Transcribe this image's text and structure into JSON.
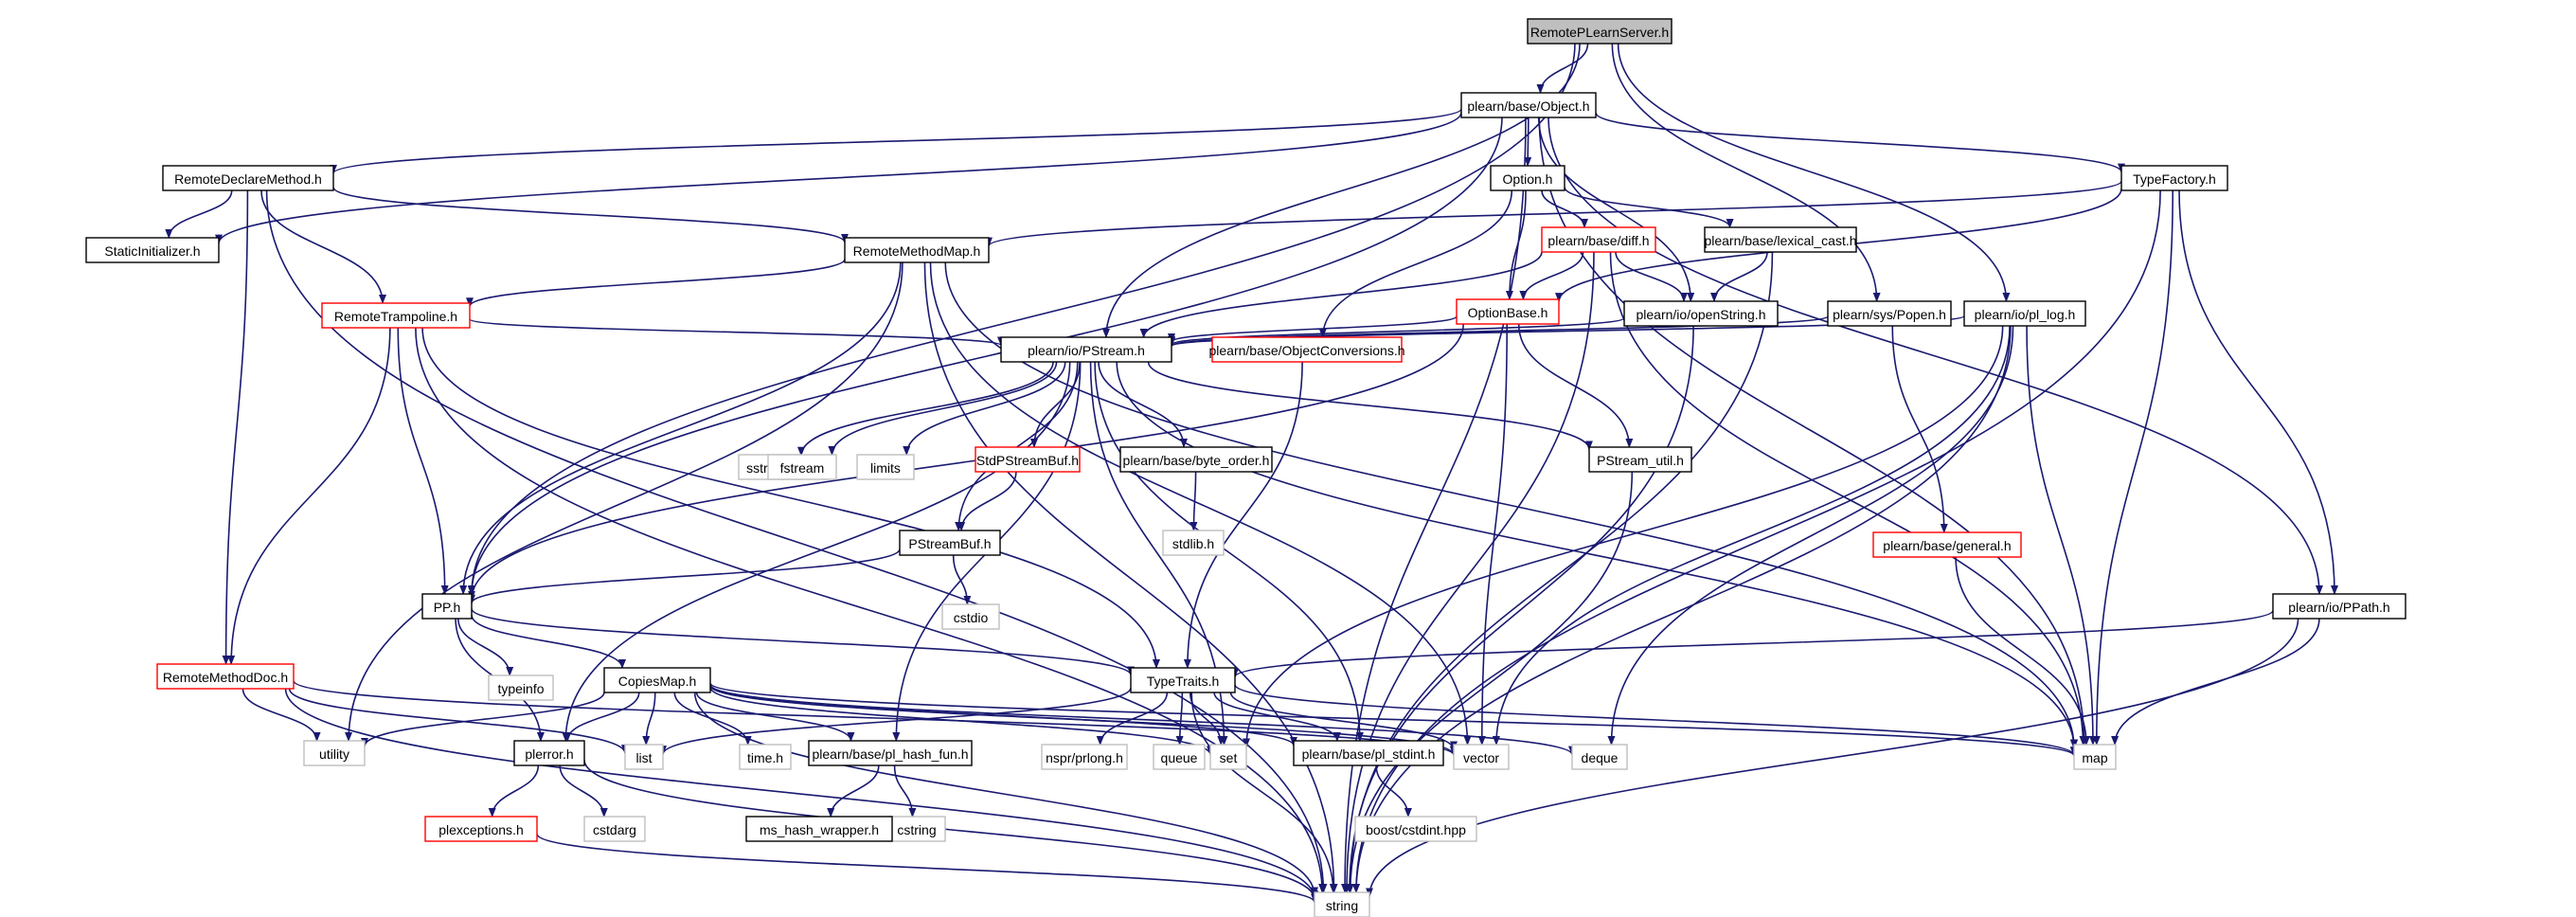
{
  "colors": {
    "edge": "#191970",
    "border_normal": "#000000",
    "border_truncated": "#ff0000",
    "border_system": "#bfbfbf",
    "fill_root": "#bfbfbf",
    "fill_default": "#ffffff",
    "text_normal": "#000000",
    "text_system": "#000000"
  },
  "nodes": [
    {
      "id": "root",
      "label": "RemotePLearnServer.h",
      "kind": "root"
    },
    {
      "id": "object",
      "label": "plearn/base/Object.h",
      "kind": "normal"
    },
    {
      "id": "rdm",
      "label": "RemoteDeclareMethod.h",
      "kind": "normal"
    },
    {
      "id": "option",
      "label": "Option.h",
      "kind": "normal"
    },
    {
      "id": "typefactory",
      "label": "TypeFactory.h",
      "kind": "normal"
    },
    {
      "id": "staticinit",
      "label": "StaticInitializer.h",
      "kind": "normal"
    },
    {
      "id": "rmm",
      "label": "RemoteMethodMap.h",
      "kind": "normal"
    },
    {
      "id": "diff",
      "label": "plearn/base/diff.h",
      "kind": "truncated"
    },
    {
      "id": "lexical",
      "label": "plearn/base/lexical_cast.h",
      "kind": "normal"
    },
    {
      "id": "rtramp",
      "label": "RemoteTrampoline.h",
      "kind": "truncated"
    },
    {
      "id": "optionbase",
      "label": "OptionBase.h",
      "kind": "truncated"
    },
    {
      "id": "openstring",
      "label": "plearn/io/openString.h",
      "kind": "normal"
    },
    {
      "id": "popen",
      "label": "plearn/sys/Popen.h",
      "kind": "normal"
    },
    {
      "id": "pllog",
      "label": "plearn/io/pl_log.h",
      "kind": "normal"
    },
    {
      "id": "pstream",
      "label": "plearn/io/PStream.h",
      "kind": "normal"
    },
    {
      "id": "objconv",
      "label": "plearn/base/ObjectConversions.h",
      "kind": "truncated"
    },
    {
      "id": "sstream",
      "label": "sstream",
      "kind": "system"
    },
    {
      "id": "fstream",
      "label": "fstream",
      "kind": "system"
    },
    {
      "id": "limits",
      "label": "limits",
      "kind": "system"
    },
    {
      "id": "stdpsbuf",
      "label": "StdPStreamBuf.h",
      "kind": "truncated"
    },
    {
      "id": "byteorder",
      "label": "plearn/base/byte_order.h",
      "kind": "normal"
    },
    {
      "id": "psutil",
      "label": "PStream_util.h",
      "kind": "normal"
    },
    {
      "id": "stdlib",
      "label": "stdlib.h",
      "kind": "system"
    },
    {
      "id": "psbuf",
      "label": "PStreamBuf.h",
      "kind": "normal"
    },
    {
      "id": "general",
      "label": "plearn/base/general.h",
      "kind": "truncated"
    },
    {
      "id": "cstdio",
      "label": "cstdio",
      "kind": "system"
    },
    {
      "id": "pp",
      "label": "PP.h",
      "kind": "normal"
    },
    {
      "id": "ppath",
      "label": "plearn/io/PPath.h",
      "kind": "normal"
    },
    {
      "id": "typeinfo",
      "label": "typeinfo",
      "kind": "system"
    },
    {
      "id": "rmdoc",
      "label": "RemoteMethodDoc.h",
      "kind": "truncated"
    },
    {
      "id": "copiesmap",
      "label": "CopiesMap.h",
      "kind": "normal"
    },
    {
      "id": "typetraits",
      "label": "TypeTraits.h",
      "kind": "normal"
    },
    {
      "id": "utility",
      "label": "utility",
      "kind": "system"
    },
    {
      "id": "list",
      "label": "list",
      "kind": "system"
    },
    {
      "id": "plerror",
      "label": "plerror.h",
      "kind": "normal"
    },
    {
      "id": "timeh",
      "label": "time.h",
      "kind": "system"
    },
    {
      "id": "plhash",
      "label": "plearn/base/pl_hash_fun.h",
      "kind": "normal"
    },
    {
      "id": "prlong",
      "label": "nspr/prlong.h",
      "kind": "system"
    },
    {
      "id": "queue",
      "label": "queue",
      "kind": "system"
    },
    {
      "id": "set",
      "label": "set",
      "kind": "system"
    },
    {
      "id": "plstdint",
      "label": "plearn/base/pl_stdint.h",
      "kind": "normal"
    },
    {
      "id": "vector",
      "label": "vector",
      "kind": "system"
    },
    {
      "id": "deque",
      "label": "deque",
      "kind": "system"
    },
    {
      "id": "map",
      "label": "map",
      "kind": "system"
    },
    {
      "id": "plexc",
      "label": "plexceptions.h",
      "kind": "truncated"
    },
    {
      "id": "cstdarg",
      "label": "cstdarg",
      "kind": "system"
    },
    {
      "id": "cstring",
      "label": "cstring",
      "kind": "system"
    },
    {
      "id": "hashwrap",
      "label": "ms_hash_wrapper.h",
      "kind": "normal"
    },
    {
      "id": "boostint",
      "label": "boost/cstdint.hpp",
      "kind": "system"
    },
    {
      "id": "string",
      "label": "string",
      "kind": "system"
    }
  ],
  "edges": [
    [
      "root",
      "object"
    ],
    [
      "root",
      "pp"
    ],
    [
      "root",
      "pstream"
    ],
    [
      "root",
      "pllog"
    ],
    [
      "root",
      "popen"
    ],
    [
      "object",
      "staticinit"
    ],
    [
      "object",
      "rdm"
    ],
    [
      "object",
      "option"
    ],
    [
      "object",
      "typefactory"
    ],
    [
      "object",
      "string"
    ],
    [
      "object",
      "pp"
    ],
    [
      "object",
      "openstring"
    ],
    [
      "object",
      "ppath"
    ],
    [
      "object",
      "map"
    ],
    [
      "rdm",
      "staticinit"
    ],
    [
      "rdm",
      "rmm"
    ],
    [
      "rdm",
      "rtramp"
    ],
    [
      "rdm",
      "rmdoc"
    ],
    [
      "rdm",
      "string"
    ],
    [
      "option",
      "diff"
    ],
    [
      "option",
      "lexical"
    ],
    [
      "option",
      "optionbase"
    ],
    [
      "option",
      "objconv"
    ],
    [
      "typefactory",
      "rmm"
    ],
    [
      "typefactory",
      "optionbase"
    ],
    [
      "typefactory",
      "ppath"
    ],
    [
      "typefactory",
      "map"
    ],
    [
      "typefactory",
      "string"
    ],
    [
      "rmm",
      "rtramp"
    ],
    [
      "rmm",
      "pp"
    ],
    [
      "rmm",
      "utility"
    ],
    [
      "rmm",
      "vector"
    ],
    [
      "rmm",
      "map"
    ],
    [
      "rmm",
      "string"
    ],
    [
      "diff",
      "optionbase"
    ],
    [
      "diff",
      "openstring"
    ],
    [
      "diff",
      "pstream"
    ],
    [
      "diff",
      "string"
    ],
    [
      "diff",
      "map"
    ],
    [
      "lexical",
      "openstring"
    ],
    [
      "lexical",
      "string"
    ],
    [
      "rtramp",
      "pp"
    ],
    [
      "rtramp",
      "rmdoc"
    ],
    [
      "rtramp",
      "pstream"
    ],
    [
      "rtramp",
      "typetraits"
    ],
    [
      "rtramp",
      "string"
    ],
    [
      "optionbase",
      "pstream"
    ],
    [
      "optionbase",
      "pp"
    ],
    [
      "optionbase",
      "vector"
    ],
    [
      "optionbase",
      "psutil"
    ],
    [
      "openstring",
      "pstream"
    ],
    [
      "openstring",
      "string"
    ],
    [
      "popen",
      "pstream"
    ],
    [
      "popen",
      "general"
    ],
    [
      "pllog",
      "pstream"
    ],
    [
      "pllog",
      "map"
    ],
    [
      "pllog",
      "vector"
    ],
    [
      "pllog",
      "deque"
    ],
    [
      "pllog",
      "set"
    ],
    [
      "pllog",
      "string"
    ],
    [
      "pstream",
      "sstream"
    ],
    [
      "pstream",
      "fstream"
    ],
    [
      "pstream",
      "limits"
    ],
    [
      "pstream",
      "stdpsbuf"
    ],
    [
      "pstream",
      "byteorder"
    ],
    [
      "pstream",
      "psutil"
    ],
    [
      "pstream",
      "psbuf"
    ],
    [
      "pstream",
      "plerror"
    ],
    [
      "pstream",
      "plhash"
    ],
    [
      "pstream",
      "set"
    ],
    [
      "pstream",
      "plstdint"
    ],
    [
      "pstream",
      "map"
    ],
    [
      "objconv",
      "typetraits"
    ],
    [
      "stdpsbuf",
      "psbuf"
    ],
    [
      "byteorder",
      "stdlib"
    ],
    [
      "psutil",
      "string"
    ],
    [
      "psbuf",
      "pp"
    ],
    [
      "psbuf",
      "cstdio"
    ],
    [
      "general",
      "map"
    ],
    [
      "pp",
      "typeinfo"
    ],
    [
      "pp",
      "copiesmap"
    ],
    [
      "pp",
      "typetraits"
    ],
    [
      "pp",
      "plerror"
    ],
    [
      "ppath",
      "typetraits"
    ],
    [
      "ppath",
      "map"
    ],
    [
      "ppath",
      "string"
    ],
    [
      "rmdoc",
      "utility"
    ],
    [
      "rmdoc",
      "list"
    ],
    [
      "rmdoc",
      "string"
    ],
    [
      "rmdoc",
      "vector"
    ],
    [
      "copiesmap",
      "utility"
    ],
    [
      "copiesmap",
      "list"
    ],
    [
      "copiesmap",
      "plerror"
    ],
    [
      "copiesmap",
      "timeh"
    ],
    [
      "copiesmap",
      "plhash"
    ],
    [
      "copiesmap",
      "set"
    ],
    [
      "copiesmap",
      "plstdint"
    ],
    [
      "copiesmap",
      "vector"
    ],
    [
      "copiesmap",
      "deque"
    ],
    [
      "copiesmap",
      "map"
    ],
    [
      "copiesmap",
      "string"
    ],
    [
      "typetraits",
      "list"
    ],
    [
      "typetraits",
      "prlong"
    ],
    [
      "typetraits",
      "queue"
    ],
    [
      "typetraits",
      "set"
    ],
    [
      "typetraits",
      "plstdint"
    ],
    [
      "typetraits",
      "vector"
    ],
    [
      "typetraits",
      "map"
    ],
    [
      "typetraits",
      "string"
    ],
    [
      "plerror",
      "plexc"
    ],
    [
      "plerror",
      "cstdarg"
    ],
    [
      "plerror",
      "string"
    ],
    [
      "plhash",
      "hashwrap"
    ],
    [
      "plhash",
      "cstring"
    ],
    [
      "plstdint",
      "boostint"
    ],
    [
      "plexc",
      "string"
    ]
  ]
}
